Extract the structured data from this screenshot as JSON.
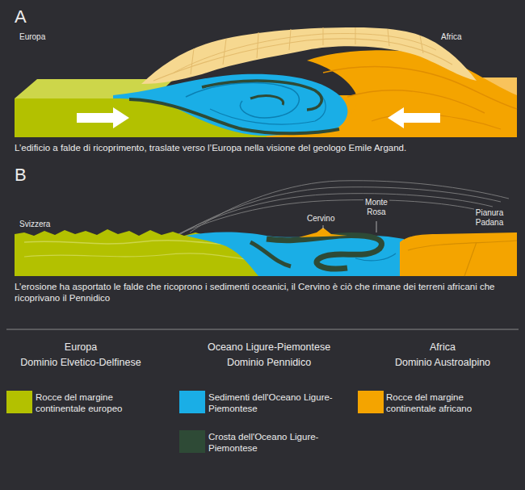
{
  "diagram": {
    "labels": [
      "A",
      "Europa",
      "Africa",
      "L’edificio a falde di ricoprimento, traslate verso l’Europa nella visione del geologo Emile Argand.",
      "B",
      "Svizzera",
      "Cervino",
      "Monte Rosa",
      "Pianura Padana",
      "L’erosione ha asportato le falde che ricoprono i sedimenti oceanici, il Cervino è ciò che rimane dei terreni africani che ricoprivano il Pennidico",
      "Europa",
      "Dominio Elvetico-Delfinese",
      "Oceano Ligure-Piemontese",
      "Dominio Pennidico",
      "Africa",
      "Dominio Austroalpino"
    ],
    "legend": [
      {
        "text": "Rocce del margine continentale europeo",
        "color": "#b3c100"
      },
      {
        "text": "Sedimenti dell'Oceano Ligure-Piemontese",
        "color": "#1aaee6"
      },
      {
        "text": "Rocce del margine continentale africano",
        "color": "#f4a400"
      },
      {
        "text": "Crosta dell'Oceano Ligure-Piemontese",
        "color": "#2e4a36"
      }
    ]
  }
}
